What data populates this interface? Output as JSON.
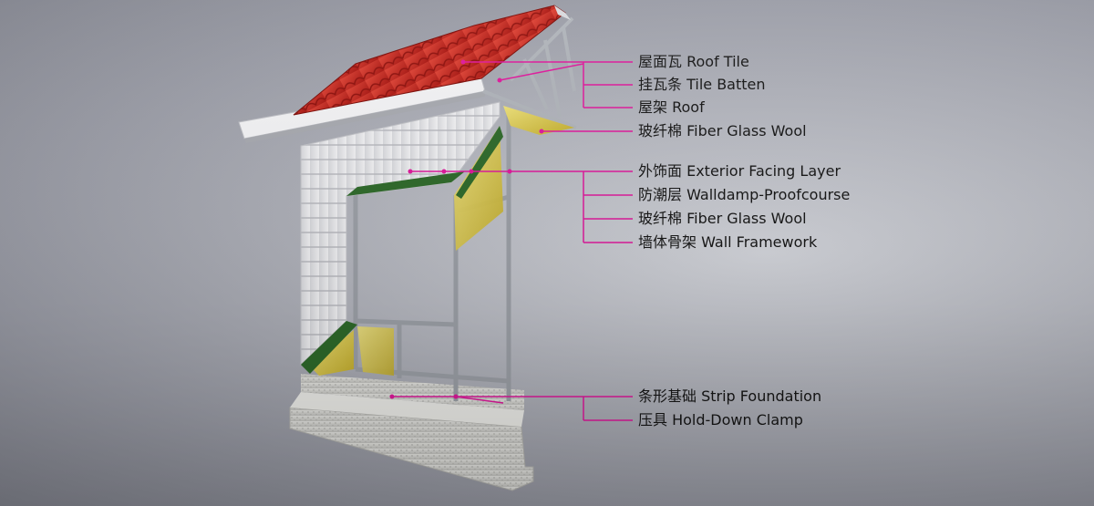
{
  "labels": {
    "roof_tile": "屋面瓦 Roof Tile",
    "tile_batten": "挂瓦条 Tile Batten",
    "roof": "屋架 Roof",
    "fiber_glass_wool_roof": "玻纤棉 Fiber Glass Wool",
    "exterior_facing_layer": "外饰面 Exterior Facing Layer",
    "walldamp_proofcourse": "防潮层 Walldamp-Proofcourse",
    "fiber_glass_wool_wall": "玻纤棉 Fiber Glass Wool",
    "wall_framework": "墙体骨架 Wall Framework",
    "strip_foundation": "条形基础  Strip Foundation",
    "hold_down_clamp": "压具  Hold-Down Clamp"
  },
  "colors": {
    "leader_line": "#e0189c",
    "roof_tile": "#c8201c",
    "insulation": "#d9c640",
    "siding": "#e6e7ea",
    "frame": "#a9adb4",
    "foundation": "#d8d8d4"
  }
}
